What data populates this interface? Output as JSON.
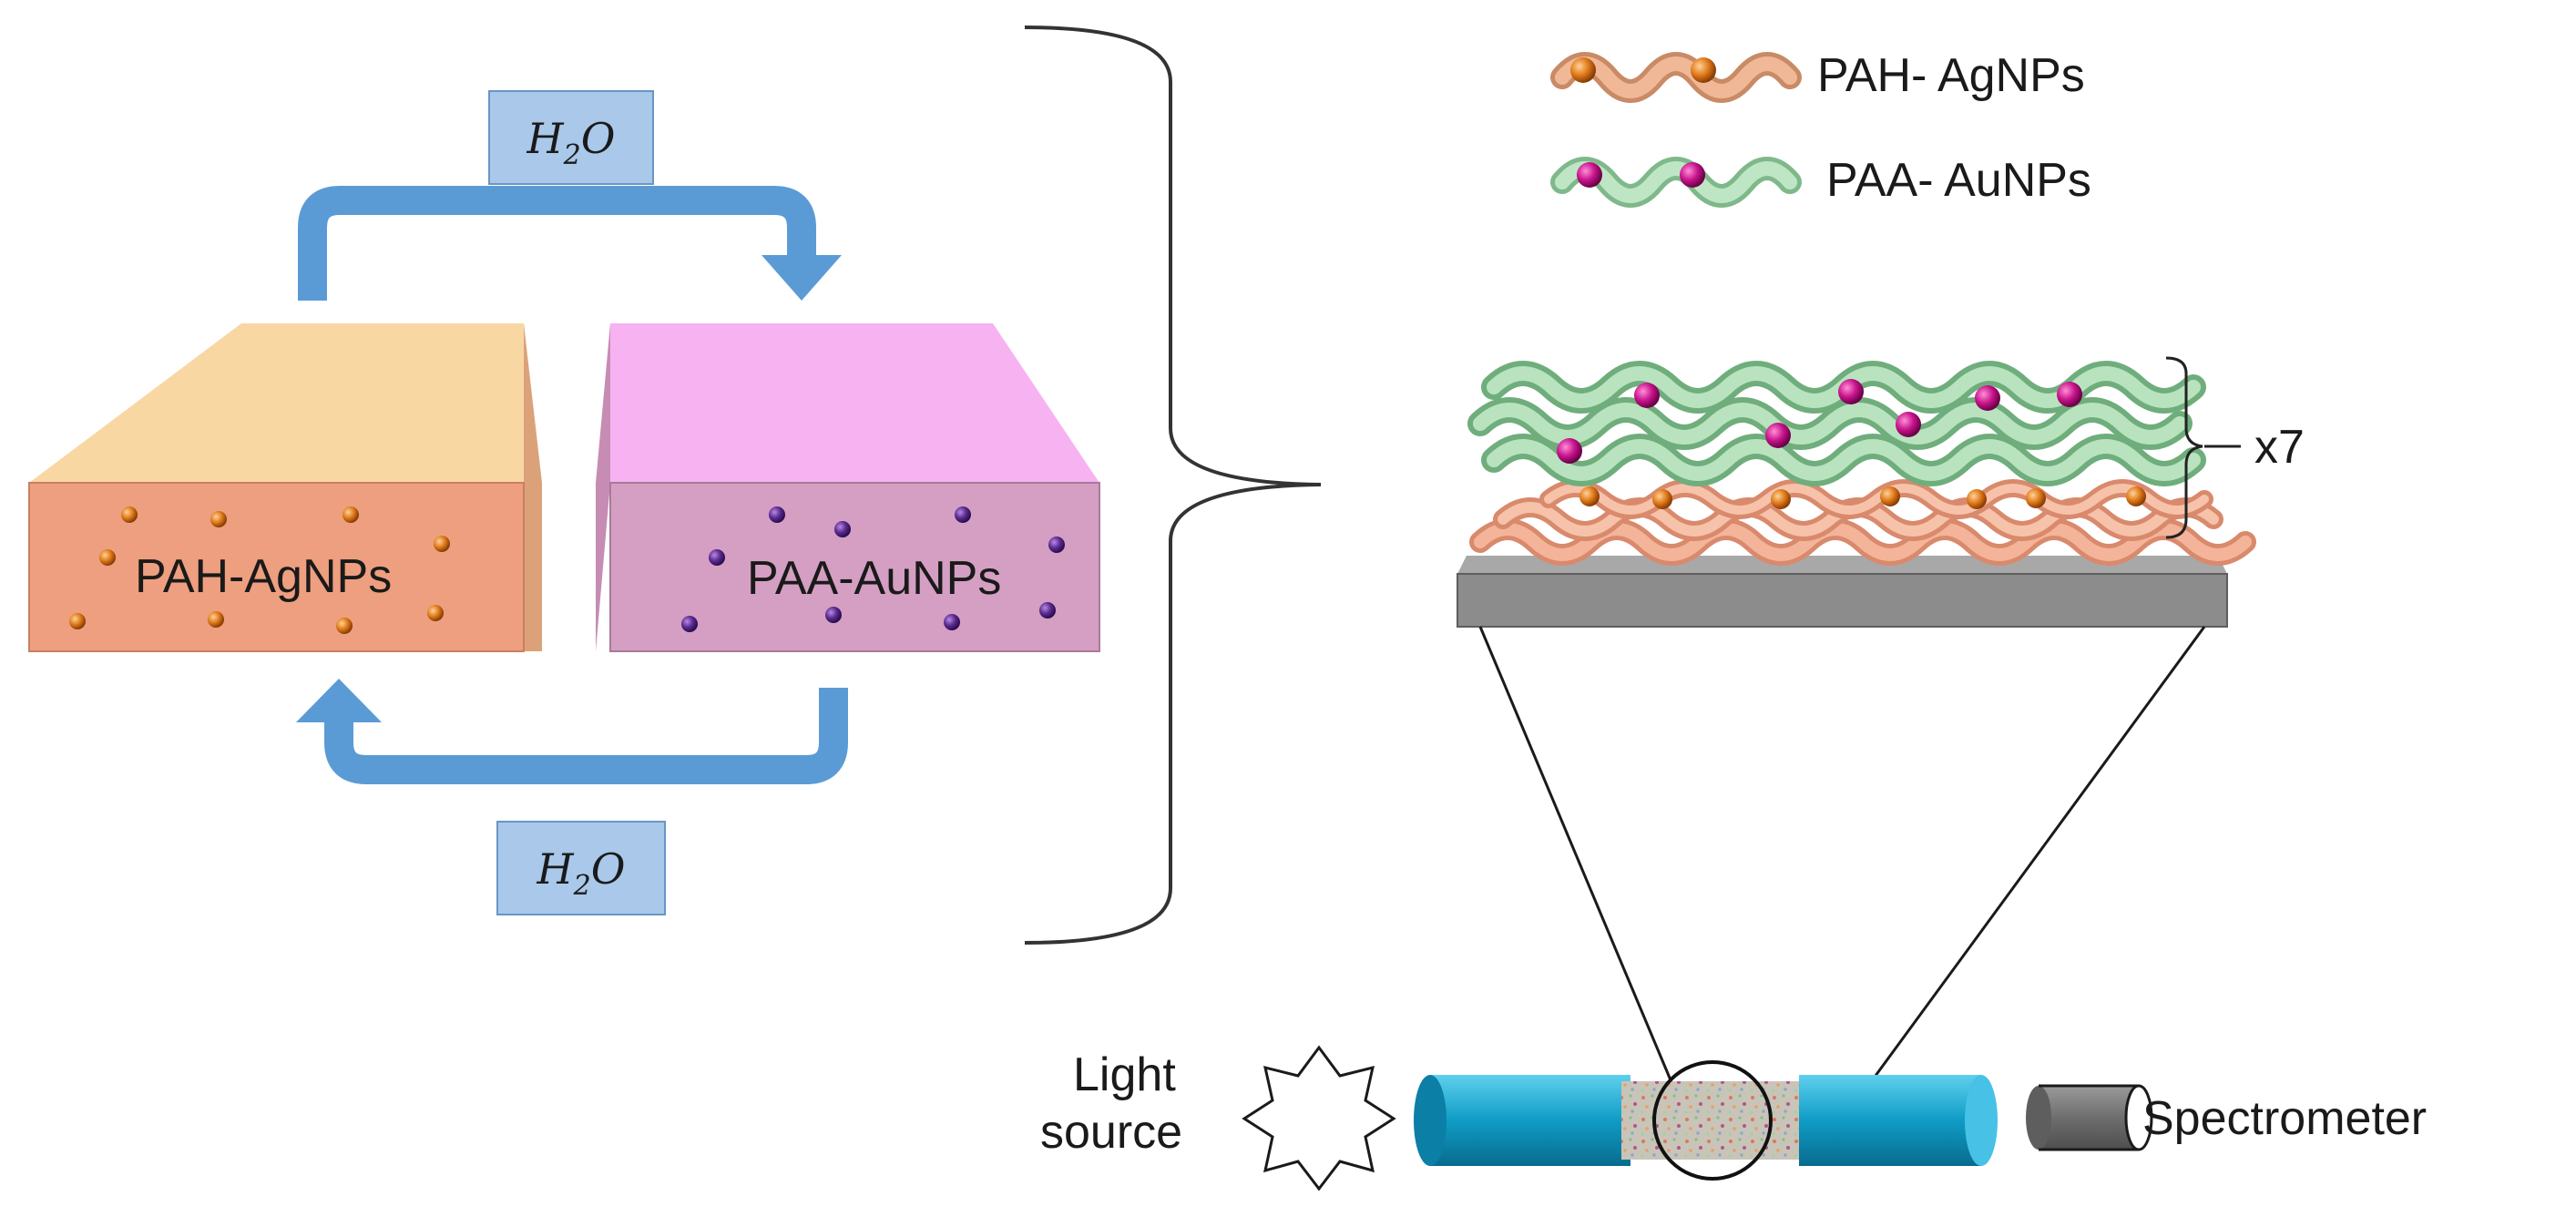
{
  "left_process": {
    "water_top": {
      "base": "H",
      "sub": "2",
      "tail": "O"
    },
    "water_bottom": {
      "base": "H",
      "sub": "2",
      "tail": "O"
    },
    "tank_left_label": "PAH-AgNPs",
    "tank_right_label": "PAA-AuNPs"
  },
  "legend": {
    "items": [
      {
        "label": "PAH- AgNPs"
      },
      {
        "label": "PAA- AuNPs"
      }
    ]
  },
  "film": {
    "repeat_label": "x7"
  },
  "fiber_setup": {
    "light_source_line1": "Light",
    "light_source_line2": "source",
    "spectrometer_label": "Spectrometer"
  },
  "colors": {
    "arrow_blue": "#5b9bd5",
    "water_box": "#a9c8ea",
    "tank_left_top": "#f9d7a3",
    "tank_left_front": "#ee9f7f",
    "tank_right_top": "#f7b2f2",
    "tank_right_front": "#d49fc3",
    "ag_particle": "#e07b1a",
    "au_particle": "#c8148c",
    "pah_chain": "#f0a98a",
    "paa_chain": "#9fd6a8",
    "substrate": "#8c8c8c",
    "fiber": "#1aa3cc"
  }
}
